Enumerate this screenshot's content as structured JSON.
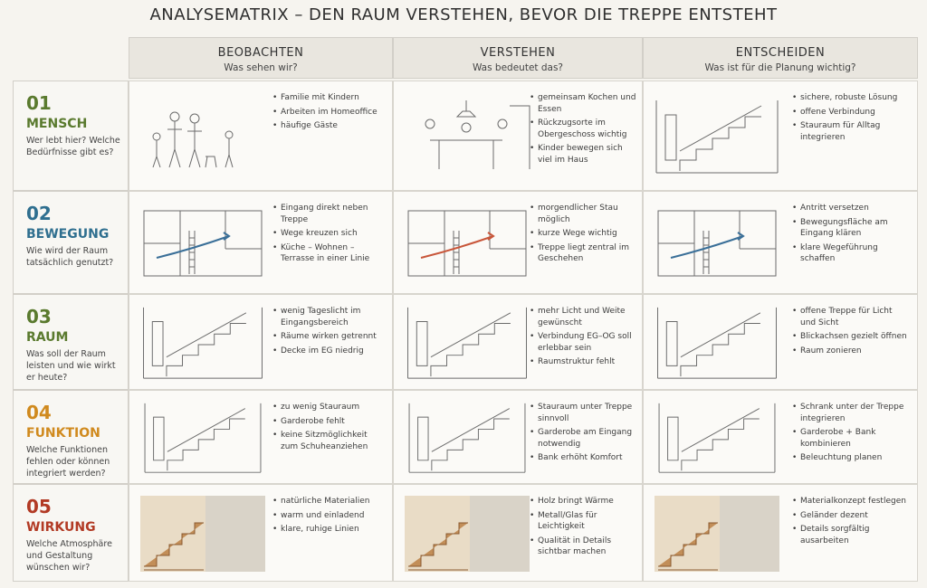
{
  "title": "ANALYSEMATRIX – DEN RAUM VERSTEHEN, BEVOR DIE TREPPE ENTSTEHT",
  "columns": [
    {
      "title": "BEOBACHTEN",
      "subtitle": "Was sehen wir?"
    },
    {
      "title": "VERSTEHEN",
      "subtitle": "Was bedeutet das?"
    },
    {
      "title": "ENTSCHEIDEN",
      "subtitle": "Was ist für die Planung wichtig?"
    }
  ],
  "rows": [
    {
      "num": "01",
      "category": "MENSCH",
      "color": "#5a7a2e",
      "question": "Wer lebt hier? Welche Bedürfnisse gibt es?",
      "cells": [
        {
          "icon": "family-sketch",
          "bullets": [
            "Familie mit Kindern",
            "Arbeiten im Homeoffice",
            "häufige Gäste"
          ]
        },
        {
          "icon": "dining-sketch",
          "bullets": [
            "gemeinsam Kochen und Essen",
            "Rückzugsorte im Obergeschoss wichtig",
            "Kinder bewegen sich viel im Haus"
          ]
        },
        {
          "icon": "staircase-railing-sketch",
          "bullets": [
            "sichere, robuste Lösung",
            "offene Verbindung",
            "Stauraum für Alltag integrieren"
          ]
        }
      ]
    },
    {
      "num": "02",
      "category": "BEWEGUNG",
      "color": "#2f6f8f",
      "question": "Wie wird der Raum tatsächlich genutzt?",
      "cells": [
        {
          "icon": "floorplan-arrows-sketch",
          "bullets": [
            "Eingang direkt neben Treppe",
            "Wege kreuzen sich",
            "Küche – Wohnen – Terrasse in einer Linie"
          ]
        },
        {
          "icon": "floorplan-red-arrows-sketch",
          "bullets": [
            "morgendlicher Stau möglich",
            "kurze Wege wichtig",
            "Treppe liegt zentral im Geschehen"
          ]
        },
        {
          "icon": "floorplan-blue-arrows-sketch",
          "bullets": [
            "Antritt versetzen",
            "Bewegungsfläche am Eingang klären",
            "klare Wegeführung schaffen"
          ]
        }
      ]
    },
    {
      "num": "03",
      "category": "RAUM",
      "color": "#5a7a2e",
      "question": "Was soll der Raum leisten und wie wirkt er heute?",
      "cells": [
        {
          "icon": "living-room-sketch",
          "bullets": [
            "wenig Tageslicht im Eingangsbereich",
            "Räume wirken getrennt",
            "Decke im EG niedrig"
          ]
        },
        {
          "icon": "room-perspective-sketch",
          "bullets": [
            "mehr Licht und Weite gewünscht",
            "Verbindung EG–OG soll erlebbar sein",
            "Raumstruktur fehlt"
          ]
        },
        {
          "icon": "open-stair-sketch",
          "bullets": [
            "offene Treppe für Licht und Sicht",
            "Blickachsen gezielt öffnen",
            "Raum zonieren"
          ]
        }
      ]
    },
    {
      "num": "04",
      "category": "FUNKTION",
      "color": "#d08a1e",
      "question": "Welche Funktionen fehlen oder können integriert werden?",
      "cells": [
        {
          "icon": "stair-storage-sketch",
          "bullets": [
            "zu wenig Stauraum",
            "Garderobe fehlt",
            "keine Sitzmöglichkeit zum Schuheanziehen"
          ]
        },
        {
          "icon": "stair-shelves-sketch",
          "bullets": [
            "Stauraum unter Treppe sinnvoll",
            "Garderobe am Eingang notwendig",
            "Bank erhöht Komfort"
          ]
        },
        {
          "icon": "stair-wardrobe-sketch",
          "bullets": [
            "Schrank unter der Treppe integrieren",
            "Garderobe + Bank kombinieren",
            "Beleuchtung planen"
          ]
        }
      ]
    },
    {
      "num": "05",
      "category": "WIRKUNG",
      "color": "#b23a24",
      "question": "Welche Atmosphäre und Gestaltung wünschen wir?",
      "cells": [
        {
          "icon": "wood-stair-photo",
          "bullets": [
            "natürliche Materialien",
            "warm und einladend",
            "klare, ruhige Linien"
          ]
        },
        {
          "icon": "wood-material-photo",
          "bullets": [
            "Holz bringt Wärme",
            "Metall/Glas für Leichtigkeit",
            "Qualität in Details sichtbar machen"
          ]
        },
        {
          "icon": "finished-stair-photo",
          "bullets": [
            "Materialkonzept festlegen",
            "Geländer dezent",
            "Details sorgfältig ausarbeiten"
          ]
        }
      ]
    }
  ]
}
